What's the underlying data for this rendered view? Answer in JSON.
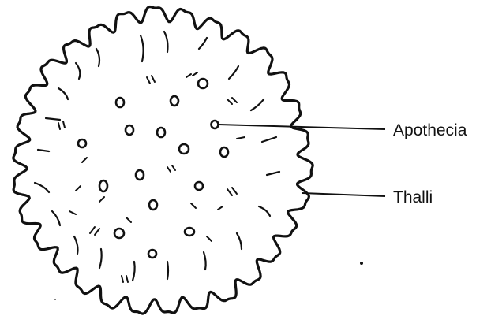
{
  "diagram": {
    "subject": "lichen thallus with apothecia",
    "labels": {
      "apothecia": "Apothecia",
      "thalli": "Thalli"
    },
    "colors": {
      "ink": "#111111",
      "paper": "#ffffff"
    }
  }
}
